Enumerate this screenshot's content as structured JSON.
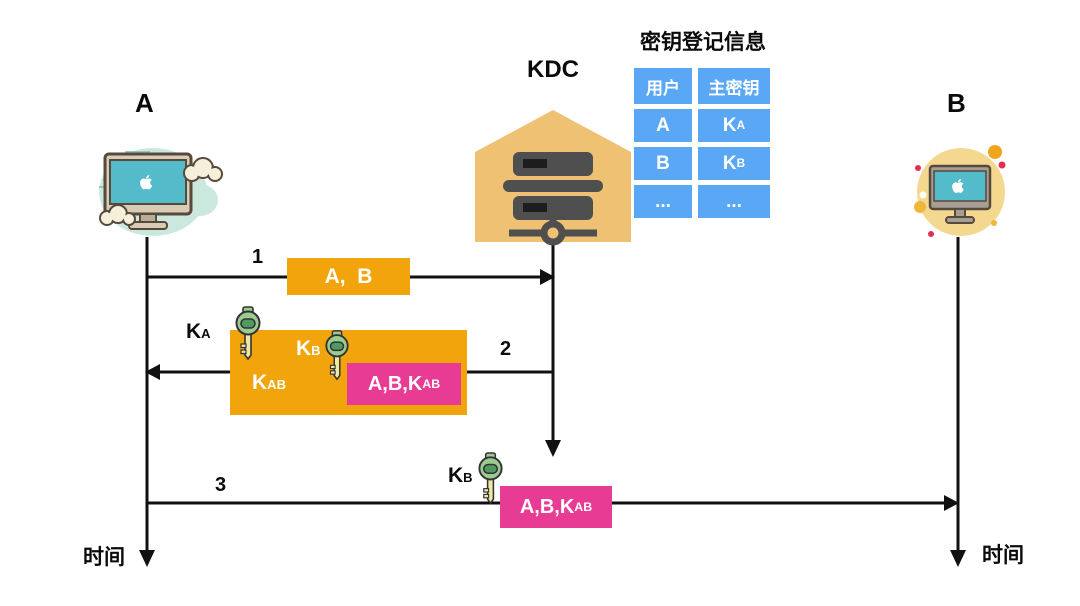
{
  "actors": {
    "a": "A",
    "kdc": "KDC",
    "b": "B"
  },
  "registry_table": {
    "title": "密钥登记信息",
    "headers": [
      "用户",
      "主密钥"
    ],
    "rows": [
      {
        "user": "A",
        "key_base": "K",
        "key_sub": "A"
      },
      {
        "user": "B",
        "key_base": "K",
        "key_sub": "B"
      },
      {
        "user": "...",
        "key_base": "...",
        "key_sub": ""
      }
    ]
  },
  "messages": {
    "m1": {
      "step": "1",
      "box": "A,  B"
    },
    "m2": {
      "step": "2",
      "ka_base": "K",
      "ka_sub": "A",
      "kb_base": "K",
      "kb_sub": "B",
      "kab_base": "K",
      "kab_sub": "AB",
      "inner_pre": "A,B,K",
      "inner_sub": "AB"
    },
    "m3": {
      "step": "3",
      "kb_base": "K",
      "kb_sub": "B",
      "box_pre": "A,B,K",
      "box_sub": "AB"
    }
  },
  "timeline": {
    "label_left": "时间",
    "label_right": "时间"
  },
  "icons": {
    "computer_a": "mac-desktop-with-clouds",
    "kdc": "server-inside-house",
    "computer_b": "mac-desktop-in-circle",
    "key": "green-key"
  },
  "colors": {
    "orange": "#F1A40B",
    "pink": "#E83B93",
    "table_blue": "#5AA8F5",
    "house_tan": "#EFC173",
    "key_green": "#9CCB90",
    "screen_teal": "#54BBCB",
    "line": "#111111"
  }
}
